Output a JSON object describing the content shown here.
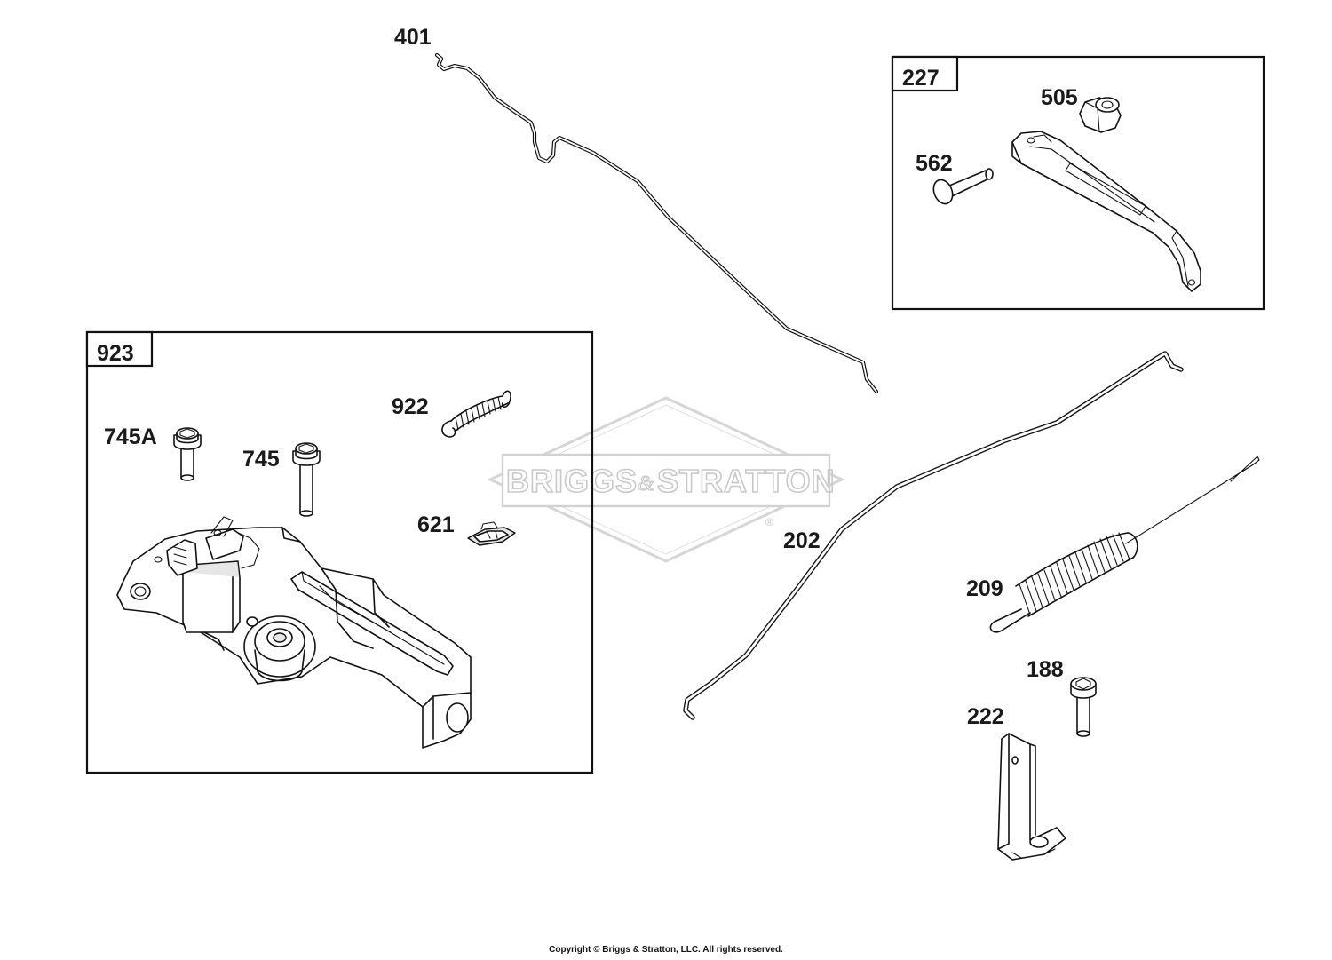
{
  "watermark": {
    "brand_left": "BRIGGS",
    "brand_amp": "&",
    "brand_right": "STRATTON",
    "registered_mark": "®"
  },
  "boxes": [
    {
      "label": "923"
    },
    {
      "label": "227"
    }
  ],
  "parts": [
    {
      "label": "401"
    },
    {
      "label": "505"
    },
    {
      "label": "562"
    },
    {
      "label": "922"
    },
    {
      "label": "745A"
    },
    {
      "label": "745"
    },
    {
      "label": "621"
    },
    {
      "label": "202"
    },
    {
      "label": "209"
    },
    {
      "label": "188"
    },
    {
      "label": "222"
    }
  ],
  "copyright": "Copyright © Briggs & Stratton, LLC. All rights reserved.",
  "colors": {
    "line": "#111111",
    "watermark": "#c9c9c9",
    "background": "#ffffff"
  }
}
